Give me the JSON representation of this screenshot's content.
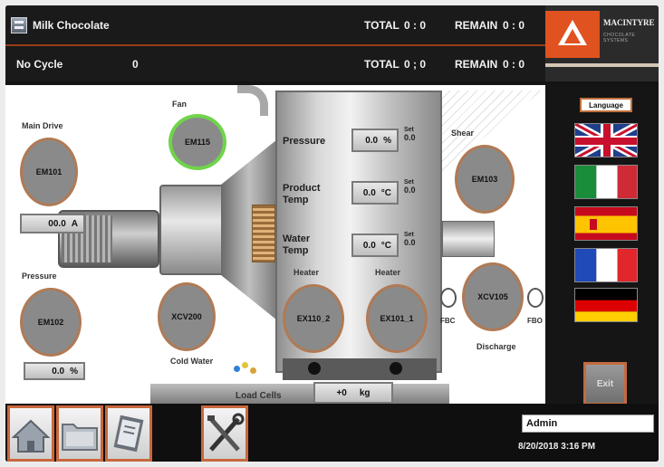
{
  "header": {
    "product_name": "Milk Chocolate",
    "total_label_1": "TOTAL",
    "total_value_1": "0 : 0",
    "remain_label_1": "REMAIN",
    "remain_value_1": "0 : 0",
    "cycle_label": "No Cycle",
    "cycle_value": "0",
    "total_label_2": "TOTAL",
    "total_value_2": "0 ; 0",
    "remain_label_2": "REMAIN",
    "remain_value_2": "0 : 0"
  },
  "logo": {
    "brand": "MACINTYRE",
    "subtitle": "CHOCOLATE SYSTEMS"
  },
  "machine": {
    "main_drive": {
      "label": "Main Drive",
      "id": "EM101",
      "value": "00.0",
      "unit": "A"
    },
    "fan": {
      "label": "Fan",
      "id": "EM115"
    },
    "pressure": {
      "label": "Pressure",
      "id": "EM102",
      "value": "0.0",
      "unit": "%"
    },
    "cold_water": {
      "label": "Cold Water",
      "id": "XCV200"
    },
    "shear": {
      "label": "Shear",
      "id": "EM103"
    },
    "discharge": {
      "label": "Discharge",
      "id": "XCV105"
    },
    "fbc_label": "FBC",
    "fbo_label": "FBO",
    "heater_1": {
      "label": "Heater",
      "id": "EX110_2"
    },
    "heater_2": {
      "label": "Heater",
      "id": "EX101_1"
    },
    "load_cells": {
      "label": "Load Cells",
      "value": "+0",
      "unit": "kg"
    },
    "setpoint_label": "Set",
    "readings": [
      {
        "label_1": "Pressure",
        "label_2": "",
        "value": "0.0",
        "unit": "%",
        "setpoint": "0.0"
      },
      {
        "label_1": "Product",
        "label_2": "Temp",
        "value": "0.0",
        "unit": "°C",
        "setpoint": "0.0"
      },
      {
        "label_1": "Water",
        "label_2": "Temp",
        "value": "0.0",
        "unit": "°C",
        "setpoint": "0.0"
      }
    ]
  },
  "sidebar": {
    "language_label": "Language",
    "flags": [
      "uk-flag",
      "italy-flag",
      "spain-flag",
      "france-flag",
      "germany-flag"
    ],
    "exit_label": "Exit"
  },
  "footer": {
    "tools": [
      "home-icon",
      "folder-icon",
      "clipboard-icon",
      "tools-icon"
    ],
    "user": "Admin",
    "datetime": "8/20/2018 3:16 PM"
  },
  "colors": {
    "accent": "#c8683c",
    "logo": "#e0521f",
    "active": "#6fd44a",
    "header_bg": "#1a1a1a"
  }
}
